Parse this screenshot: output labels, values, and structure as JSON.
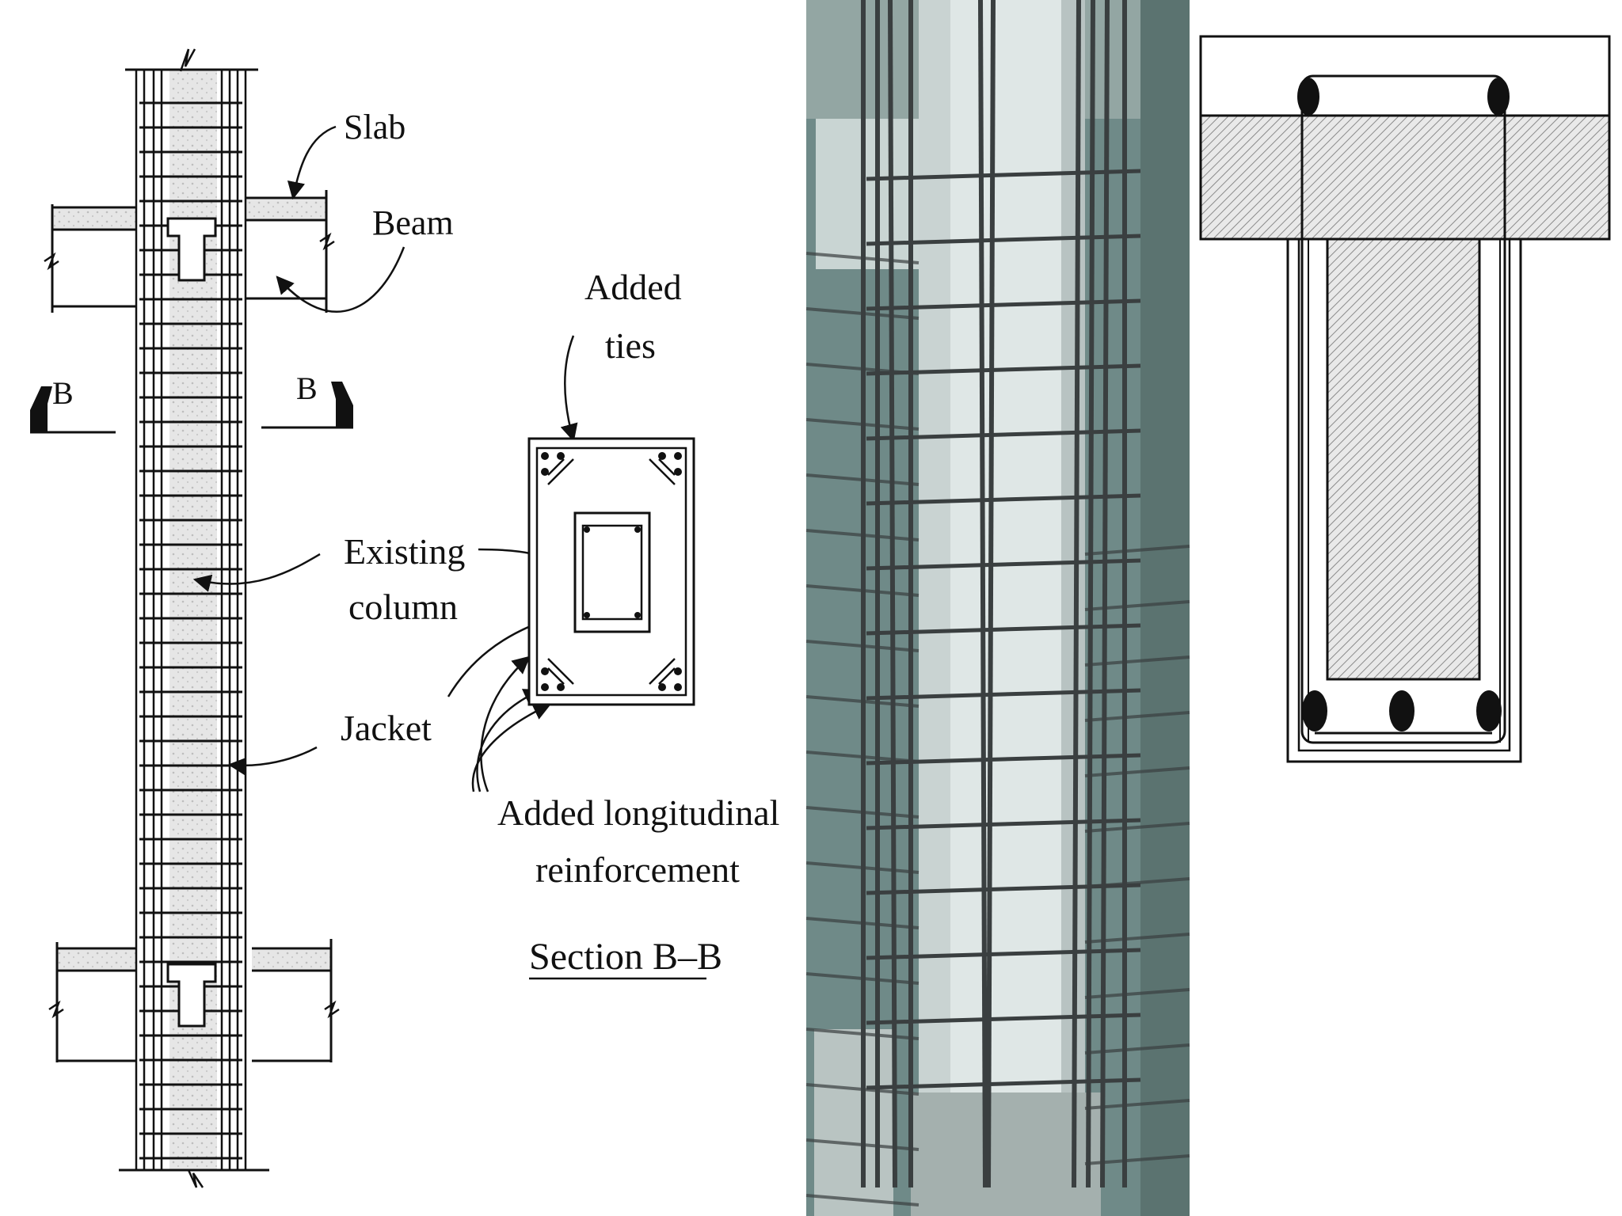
{
  "left_drawing": {
    "labels": {
      "slab": "Slab",
      "beam": "Beam",
      "section_mark_left": "B",
      "section_mark_right": "B",
      "existing_column_line1": "Existing",
      "existing_column_line2": "column",
      "jacket": "Jacket",
      "added_ties_line1": "Added",
      "added_ties_line2": "ties",
      "added_long_line1": "Added longitudinal",
      "added_long_line2": "reinforcement",
      "section_title": "Section B–B"
    }
  },
  "photo": {
    "subject": "column-jacket-rebar-cage"
  },
  "right_drawing": {
    "subject": "t-beam-jacket-section"
  },
  "colors": {
    "ink": "#111111",
    "concrete": "#cfcfcf",
    "hatch": "#8a8a8a",
    "photo_bg": "#6f8a88",
    "photo_column": "#dfe7e6",
    "rebar": "#3a3f40"
  }
}
